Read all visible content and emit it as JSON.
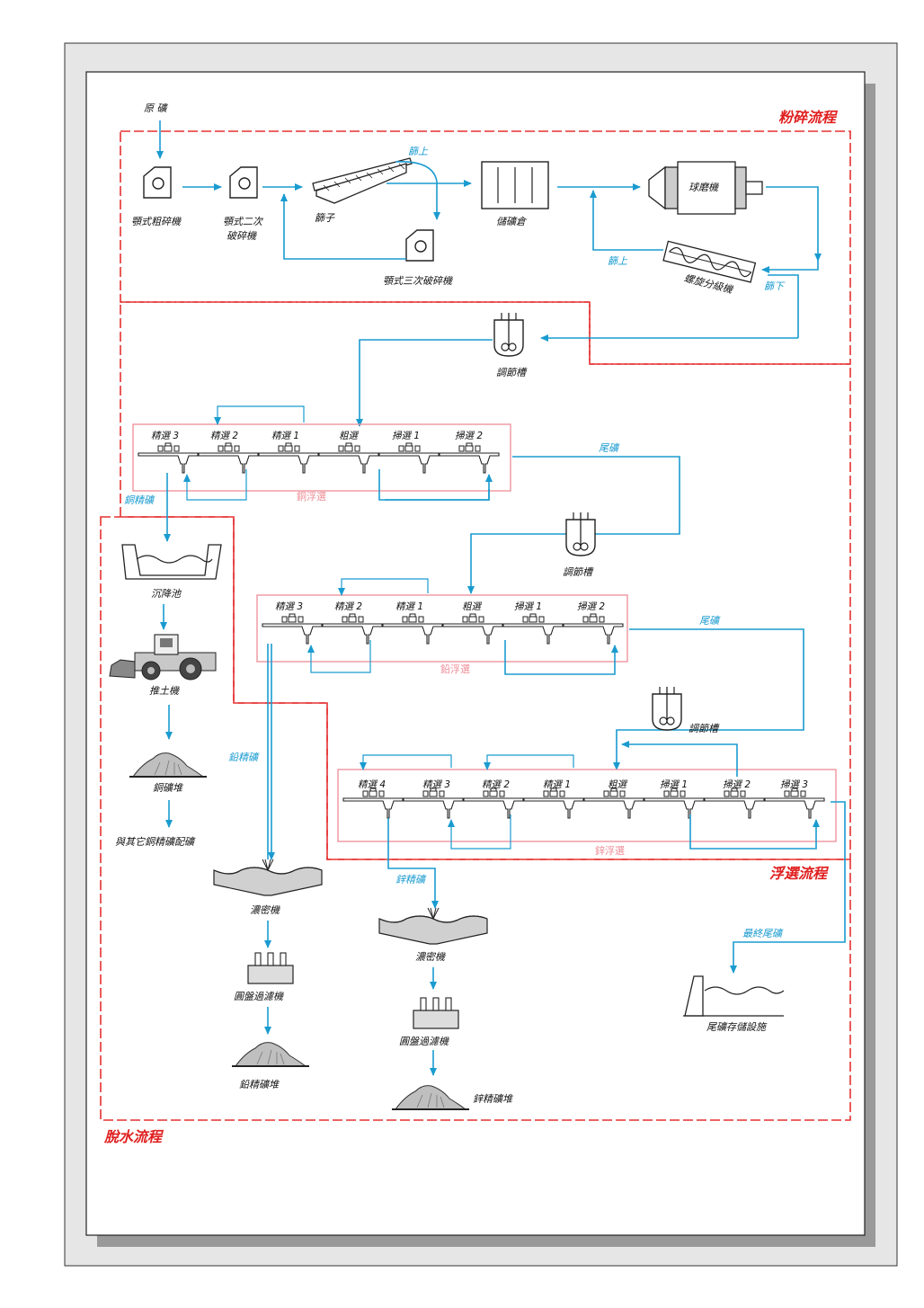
{
  "zones": {
    "crushing": "粉碎流程",
    "flotation": "浮選流程",
    "dewatering": "脫水流程"
  },
  "crushing": {
    "raw_ore": "原 礦",
    "primary_crusher": "顎式粗碎機",
    "secondary_crusher_l1": "顎式二次",
    "secondary_crusher_l2": "破碎機",
    "screen": "篩子",
    "screen_oversize": "篩上",
    "tertiary_crusher": "顎式三次破碎機",
    "ore_bin": "儲礦倉",
    "ball_mill": "球磨機",
    "classifier_oversize": "篩上",
    "spiral_classifier": "螺旋分級機",
    "classifier_undersize": "篩下"
  },
  "copper_circuit": {
    "conditioner": "調節槽",
    "cells": [
      "精選 3",
      "精選 2",
      "精選 1",
      "粗選",
      "掃選 1",
      "掃選 2"
    ],
    "bank_label": "銅浮選",
    "tailings": "尾礦",
    "concentrate": "銅精礦"
  },
  "lead_circuit": {
    "conditioner": "調節槽",
    "cells": [
      "精選 3",
      "精選 2",
      "精選 1",
      "粗選",
      "掃選 1",
      "掃選 2"
    ],
    "bank_label": "鉛浮選",
    "tailings": "尾礦",
    "concentrate": "鉛精礦"
  },
  "zinc_circuit": {
    "conditioner": "調節槽",
    "cells": [
      "精選 4",
      "精選 3",
      "精選 2",
      "精選 1",
      "粗選",
      "掃選 1",
      "掃選 2",
      "掃選 3"
    ],
    "bank_label": "鋅浮選",
    "concentrate": "鋅精礦",
    "final_tailings": "最終尾礦"
  },
  "copper_dewatering": {
    "settling_pond": "沉降池",
    "bulldozer": "推土機",
    "stockpile": "銅礦堆",
    "destination": "與其它銅精礦配礦"
  },
  "lead_dewatering": {
    "thickener": "濃密機",
    "disc_filter": "圓盤過濾機",
    "stockpile": "鉛精礦堆"
  },
  "zinc_dewatering": {
    "thickener": "濃密機",
    "disc_filter": "圓盤過濾機",
    "stockpile": "鋅精礦堆"
  },
  "tailings_storage": "尾礦存儲設施",
  "colors": {
    "flow": "#1a9bd0",
    "zone_border": "#e53030",
    "bank_border": "#ee8d97",
    "outline": "#222222",
    "page_shadow": "#999999"
  }
}
